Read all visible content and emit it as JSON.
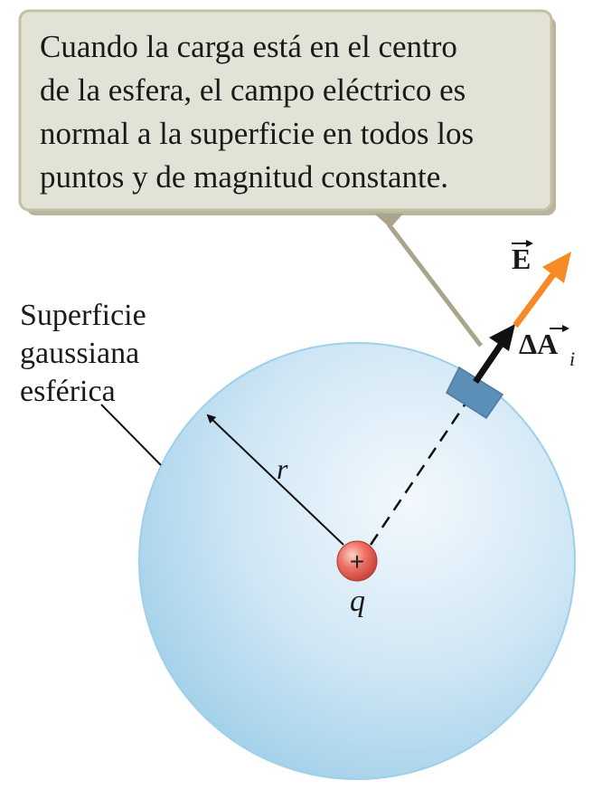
{
  "callout": {
    "lines": [
      "Cuando la carga está en el centro",
      "de la esfera, el campo eléctrico es",
      "normal a la superficie en todos los",
      "puntos y de magnitud constante."
    ]
  },
  "surface_label": {
    "lines": [
      "Superficie",
      "gaussiana",
      "esférica"
    ]
  },
  "labels": {
    "radius": "r",
    "charge_symbol": "+",
    "charge": "q",
    "field": "E",
    "area_delta": "ΔA",
    "area_subscript": "i"
  },
  "colors": {
    "callout_fill": "#e3e2d6",
    "callout_border": "#b5b08e",
    "callout_pointer": "#a8a58a",
    "sphere_light": "#eef6fc",
    "sphere_dark": "#9fcfe8",
    "patch": "#5b8fb8",
    "field_arrow": "#f58a26",
    "area_arrow": "#111111",
    "charge": "#e0584f"
  }
}
